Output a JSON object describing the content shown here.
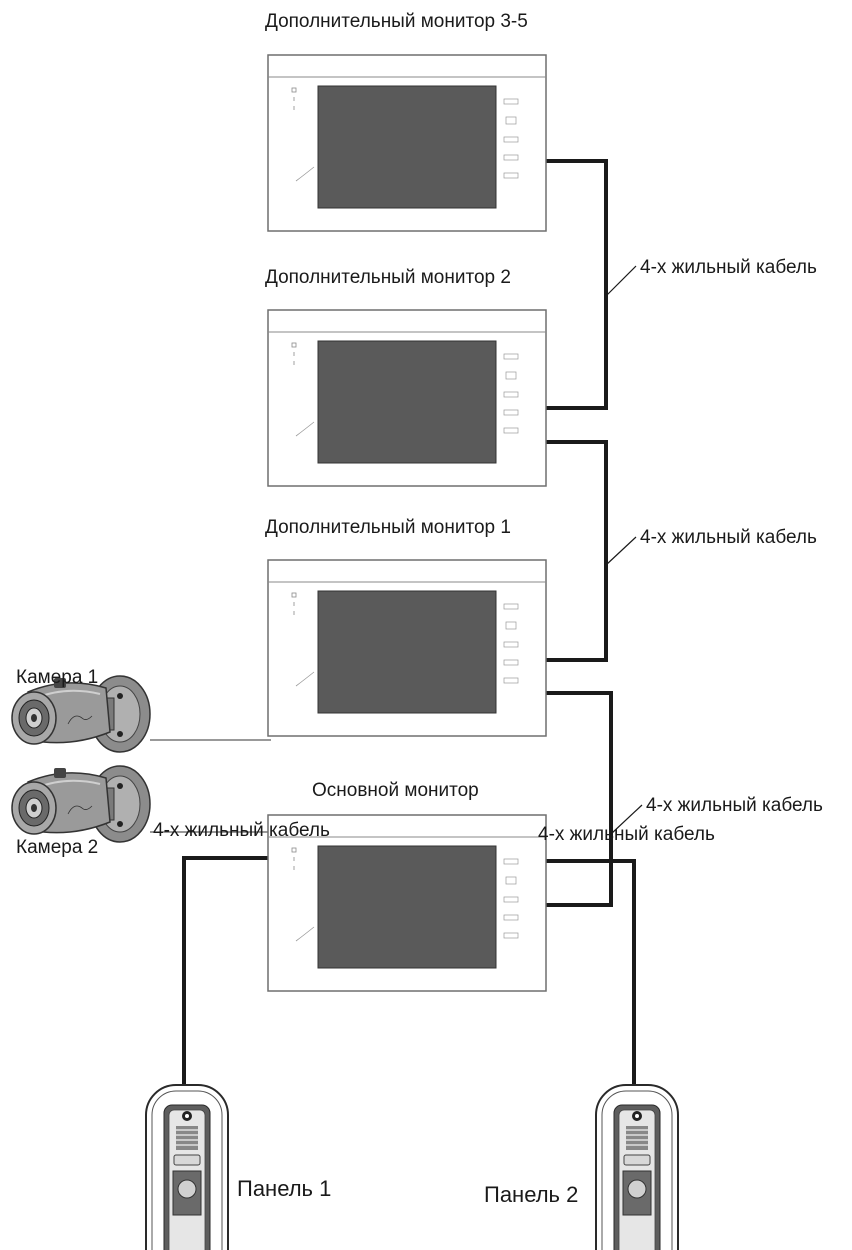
{
  "monitors": {
    "extra_3_5": "Дополнительный монитор 3-5",
    "extra_2": "Дополнительный монитор 2",
    "extra_1": "Дополнительный монитор 1",
    "main": "Основной монитор"
  },
  "cables": {
    "c1": "4-х жильный кабель",
    "c2": "4-х жильный кабель",
    "c3": "4-х жильный кабель",
    "c4": "4-х жильный кабель",
    "c5": "4-х жильный кабель"
  },
  "cameras": {
    "cam1": "Камера 1",
    "cam2": "Камера 2"
  },
  "panels": {
    "p1": "Панель 1",
    "p2": "Панель 2"
  }
}
